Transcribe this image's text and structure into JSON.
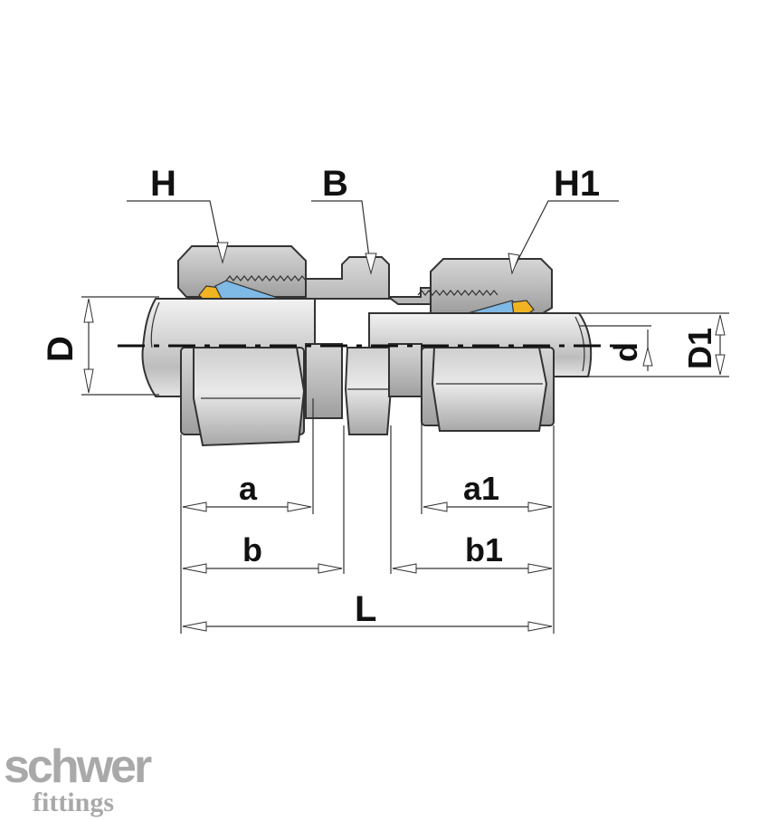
{
  "labels": {
    "H": "H",
    "B": "B",
    "H1": "H1",
    "D": "D",
    "d": "d",
    "D1": "D1",
    "a": "a",
    "a1": "a1",
    "b": "b",
    "b1": "b1",
    "L": "L"
  },
  "brand": {
    "line1": "schwer",
    "line2": "fittings"
  },
  "colors": {
    "metal": "#c7c7c7",
    "metal_light": "#e6e6e6",
    "metal_dark": "#9a9a9a",
    "ferrule_blue": "#7fb9e6",
    "ferrule_orange": "#f0b423",
    "brand_gray": "#a9a9a9"
  }
}
